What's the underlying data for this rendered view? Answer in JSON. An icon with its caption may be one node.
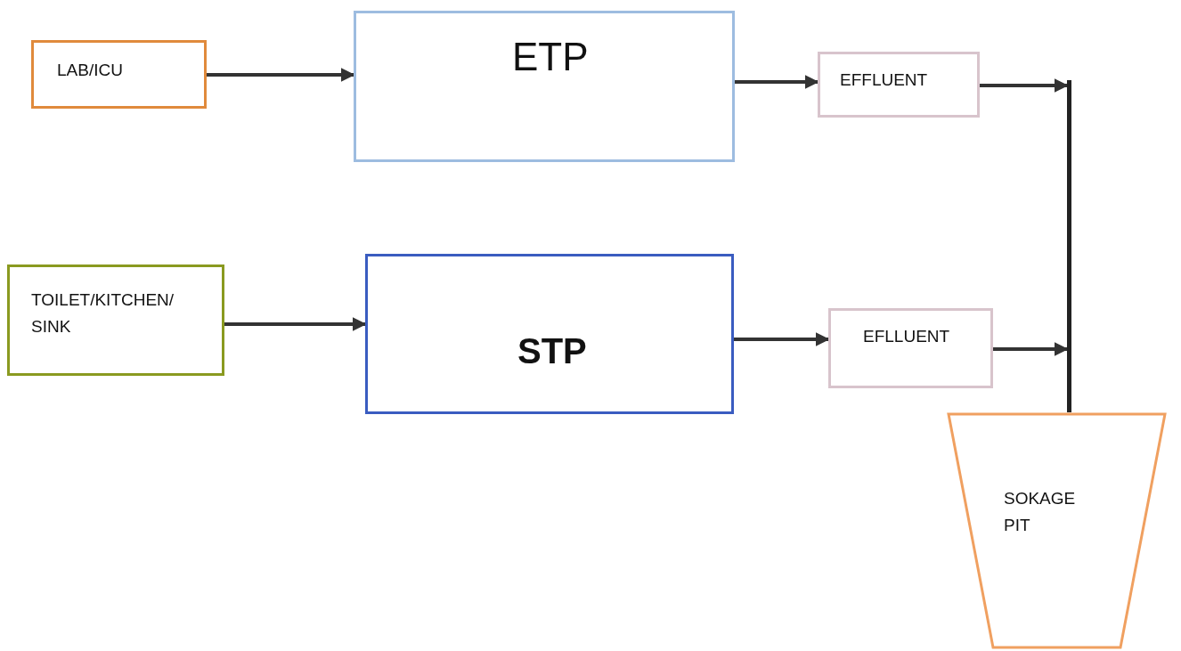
{
  "diagram": {
    "nodes": [
      {
        "text": [
          "LAB/ICU"
        ]
      },
      {
        "text": [
          "ETP"
        ]
      },
      {
        "text": [
          "EFFLUENT"
        ]
      },
      {
        "text": [
          "TOILET/KITCHEN/ SINK"
        ]
      },
      {
        "text": [
          "STP"
        ]
      },
      {
        "text": [
          "EFLLUENT"
        ]
      },
      {
        "text": [],
        "shape": "bar"
      },
      {
        "text": [
          "SOKAGE PIT"
        ]
      }
    ],
    "edges": [
      {
        "from": 0,
        "to": 1,
        "arrow": "to"
      },
      {
        "from": 1,
        "to": 2,
        "arrow": "to"
      },
      {
        "from": 2,
        "to": 6,
        "arrow": "to"
      },
      {
        "from": 3,
        "to": 4,
        "arrow": "to"
      },
      {
        "from": 4,
        "to": 5,
        "arrow": "to"
      },
      {
        "from": 5,
        "to": 6,
        "arrow": "to"
      }
    ]
  }
}
